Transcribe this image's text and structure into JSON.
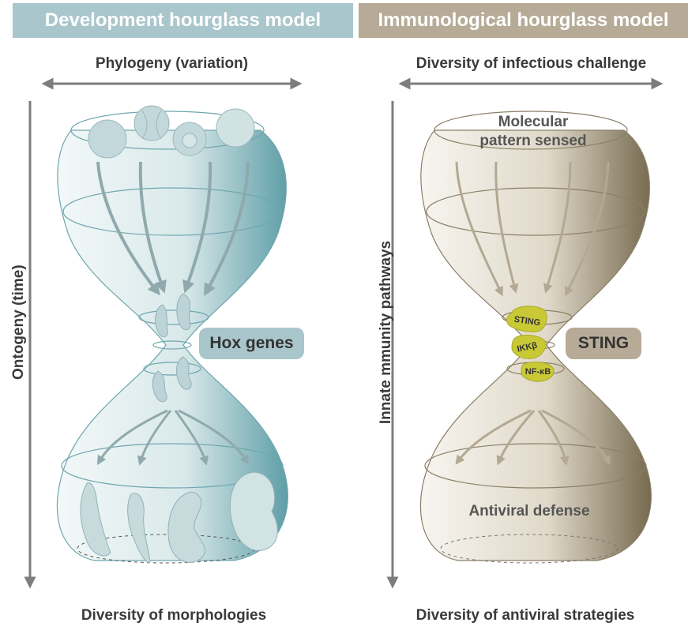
{
  "colors": {
    "dev_accent": "#a9c6cc",
    "dev_dark": "#6fa6ae",
    "imm_accent": "#b7ab97",
    "imm_dark": "#7e725c",
    "protein": "#c9c936",
    "arrow_gray": "#7d7d7d"
  },
  "left": {
    "banner": "Development hourglass model",
    "top_axis": "Phylogeny (variation)",
    "side_axis": "Ontogeny (time)",
    "tag": "Hox genes",
    "bottom_caption": "Diversity of morphologies"
  },
  "right": {
    "banner": "Immunological hourglass model",
    "top_axis": "Diversity of infectious challenge",
    "side_axis": "Innate mmunity pathways",
    "tag": "STING",
    "top_label_line1": "Molecular",
    "top_label_line2": "pattern sensed",
    "bottom_label": "Antiviral defense",
    "proteins": [
      "STING",
      "IKKβ",
      "NF-κB"
    ],
    "bottom_caption": "Diversity of antiviral strategies"
  }
}
